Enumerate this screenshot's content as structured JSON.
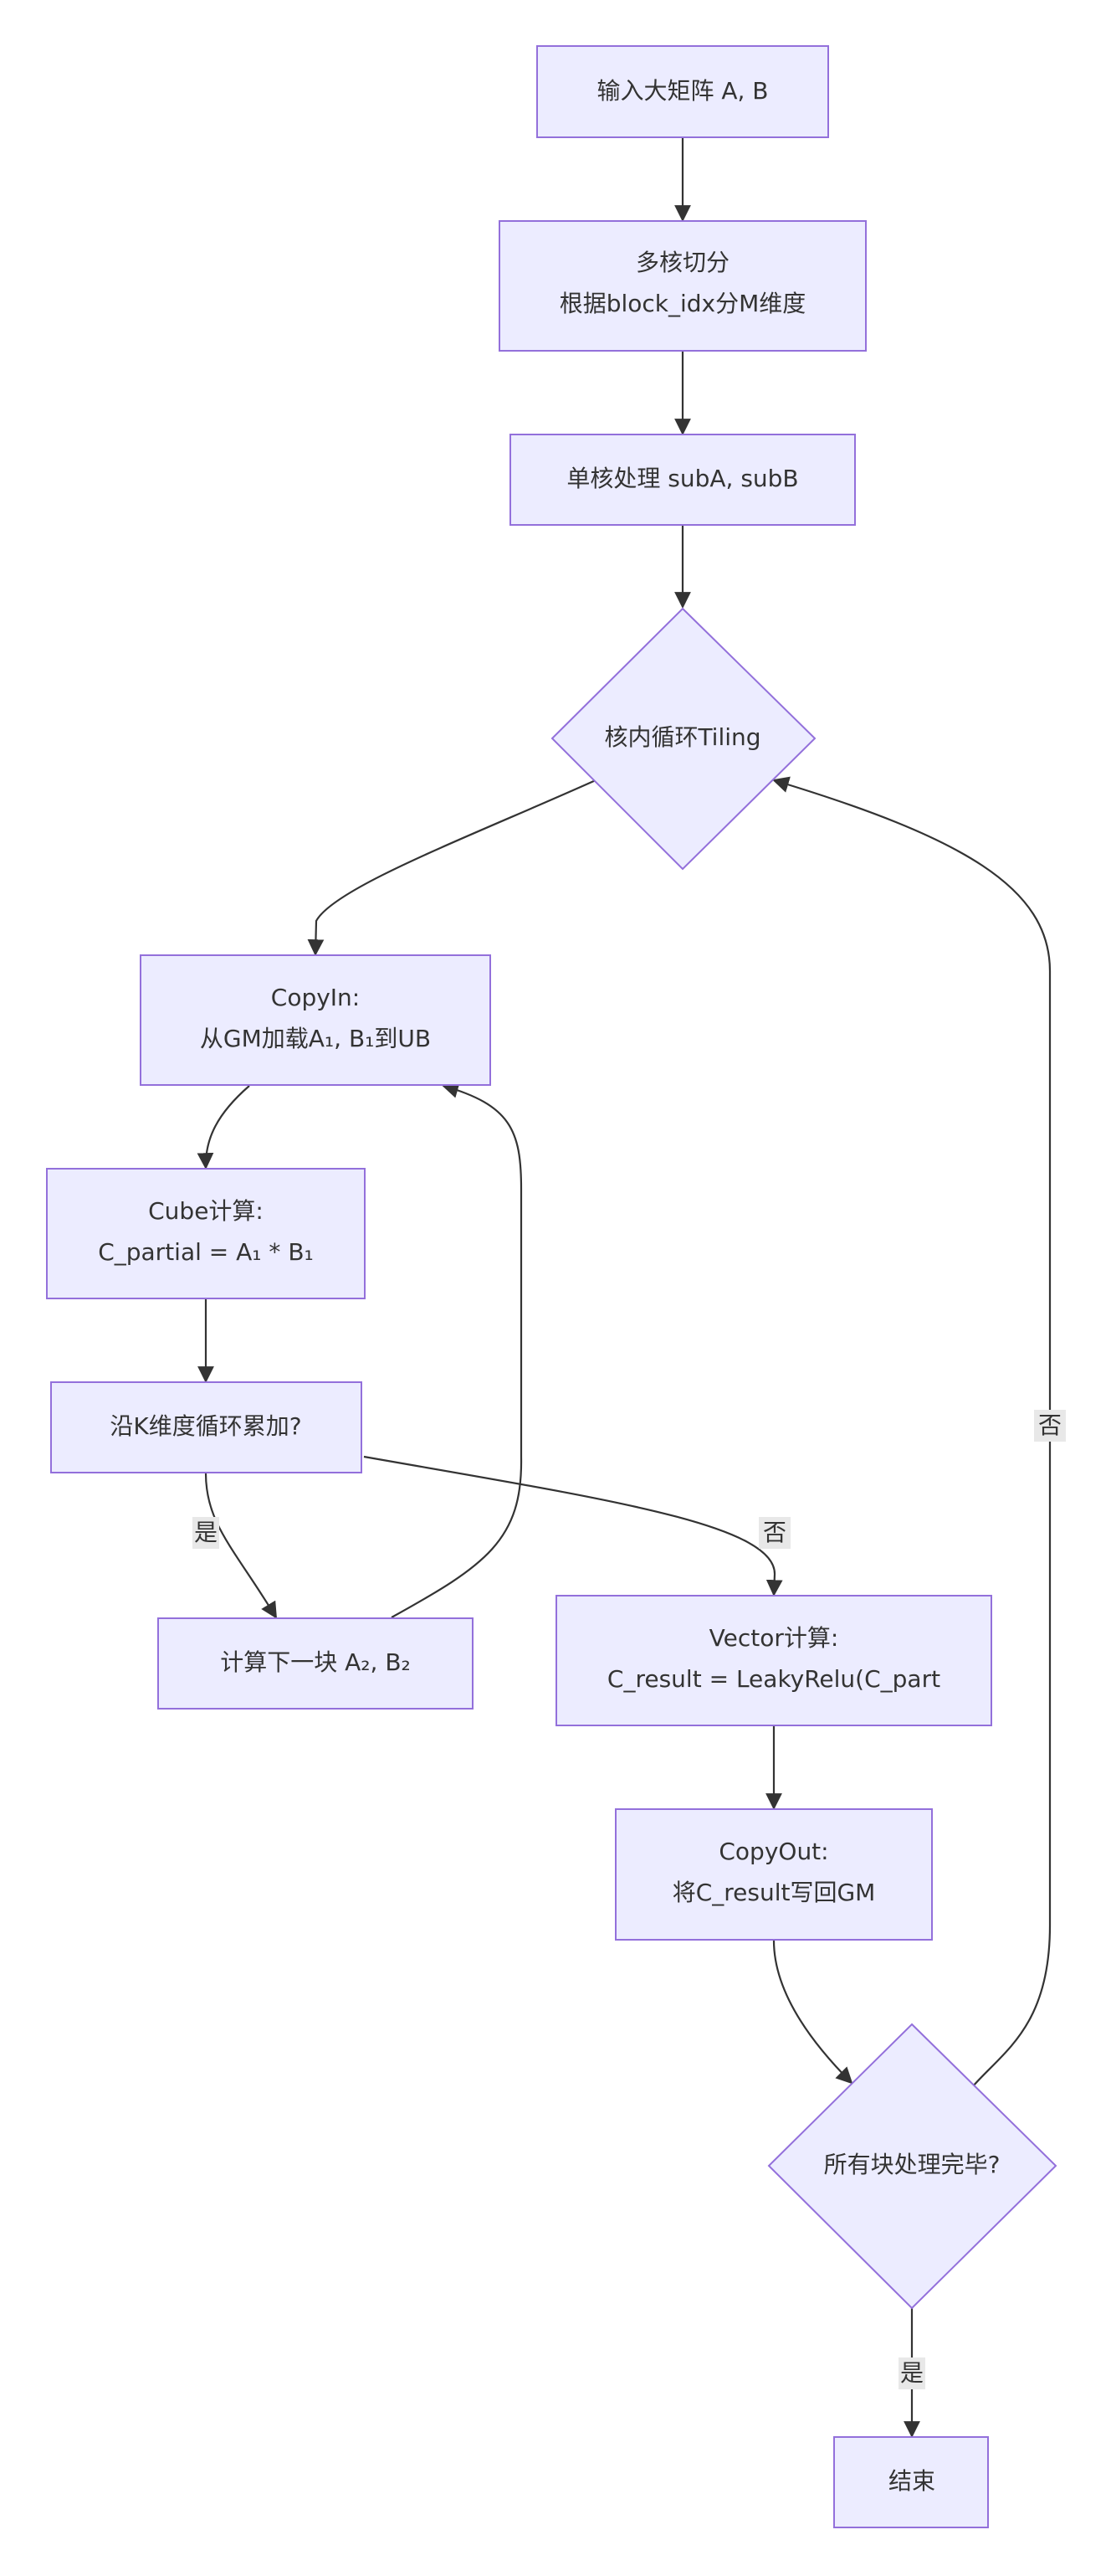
{
  "nodes": {
    "input": {
      "text": "输入大矩阵 A, B"
    },
    "multicore": {
      "line1": "多核切分",
      "line2": "根据block_idx分M维度"
    },
    "singlecore": {
      "text": "单核处理 subA, subB"
    },
    "tiling": {
      "text": "核内循环Tiling"
    },
    "copyin": {
      "line1": "CopyIn:",
      "line2": "从GM加载A₁, B₁到UB"
    },
    "cube": {
      "line1": "Cube计算:",
      "line2": "C_partial = A₁ * B₁"
    },
    "kloop": {
      "text": "沿K维度循环累加?"
    },
    "nextblock": {
      "text": "计算下一块 A₂, B₂"
    },
    "vector": {
      "line1": "Vector计算:",
      "line2": "C_result = LeakyRelu(C_part"
    },
    "copyout": {
      "line1": "CopyOut:",
      "line2": "将C_result写回GM"
    },
    "alldone": {
      "text": "所有块处理完毕?"
    },
    "end": {
      "text": "结束"
    }
  },
  "edge_labels": {
    "kloop_yes": "是",
    "kloop_no": "否",
    "alldone_no": "否",
    "alldone_yes": "是"
  }
}
